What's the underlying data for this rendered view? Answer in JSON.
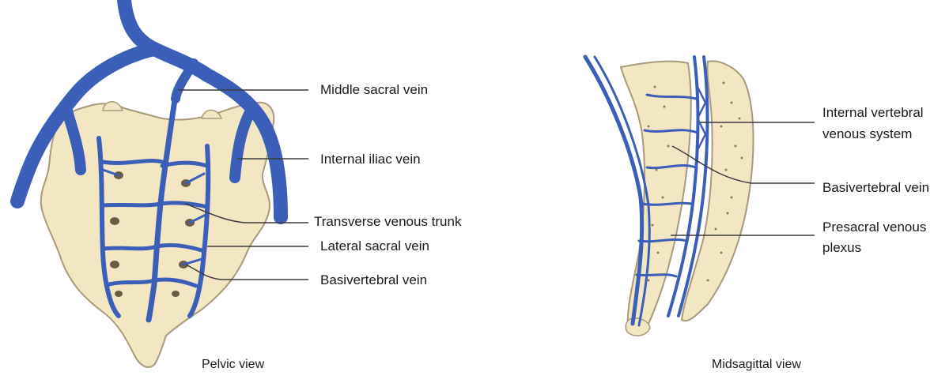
{
  "colors": {
    "bone": "#f3e6c2",
    "bone_outline": "#a89a7a",
    "vein": "#3b5fb8",
    "vein_dark": "#1f3a8a",
    "leader": "#3a3a3a"
  },
  "pelvic_view": {
    "caption": "Pelvic view",
    "labels": {
      "middle_sacral_vein": "Middle sacral vein",
      "internal_iliac_vein": "Internal iliac vein",
      "transverse_venous_trunk": "Transverse venous trunk",
      "lateral_sacral_vein": "Lateral sacral vein",
      "basivertebral_vein": "Basivertebral vein"
    }
  },
  "midsagittal_view": {
    "caption": "Midsagittal view",
    "labels": {
      "internal_vertebral_line1": "Internal vertebral",
      "internal_vertebral_line2": "venous system",
      "basivertebral_vein": "Basivertebral vein",
      "presacral_line1": "Presacral venous",
      "presacral_line2": "plexus"
    }
  }
}
